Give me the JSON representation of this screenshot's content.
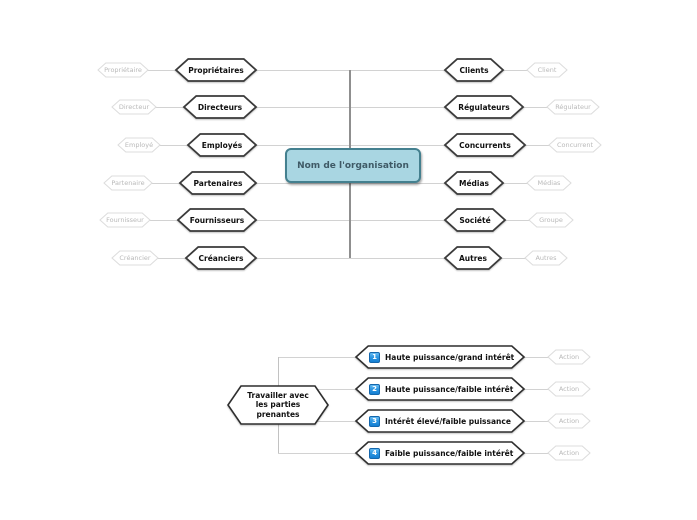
{
  "stakeholder_map": {
    "center_label": "Nom de l'organisation",
    "left_branches": [
      {
        "main": "Propriétaires",
        "sub": "Propriétaire"
      },
      {
        "main": "Directeurs",
        "sub": "Directeur"
      },
      {
        "main": "Employés",
        "sub": "Employé"
      },
      {
        "main": "Partenaires",
        "sub": "Partenaire"
      },
      {
        "main": "Fournisseurs",
        "sub": "Fournisseur"
      },
      {
        "main": "Créanciers",
        "sub": "Créancier"
      }
    ],
    "right_branches": [
      {
        "main": "Clients",
        "sub": "Client"
      },
      {
        "main": "Régulateurs",
        "sub": "Régulateur"
      },
      {
        "main": "Concurrents",
        "sub": "Concurrent"
      },
      {
        "main": "Médias",
        "sub": "Médias"
      },
      {
        "main": "Société",
        "sub": "Groupe"
      },
      {
        "main": "Autres",
        "sub": "Autres"
      }
    ]
  },
  "engagement_map": {
    "parent_label": "Travailler avec\nles parties\nprenantes",
    "items": [
      {
        "num": "1",
        "label": "Haute puissance/grand intérêt",
        "sub": "Action"
      },
      {
        "num": "2",
        "label": "Haute puissance/faible intérêt",
        "sub": "Action"
      },
      {
        "num": "3",
        "label": "Intérêt élevé/faible puissance",
        "sub": "Action"
      },
      {
        "num": "4",
        "label": "Faible puissance/faible intérêt",
        "sub": "Action"
      }
    ]
  },
  "colors": {
    "center_fill": "#a9d6e2",
    "center_border": "#44808f",
    "badge_blue": "#1f87d4",
    "main_node_border": "#3a3a3a",
    "sub_node_border": "#dcdcdc",
    "connector": "#d2d2d2"
  }
}
